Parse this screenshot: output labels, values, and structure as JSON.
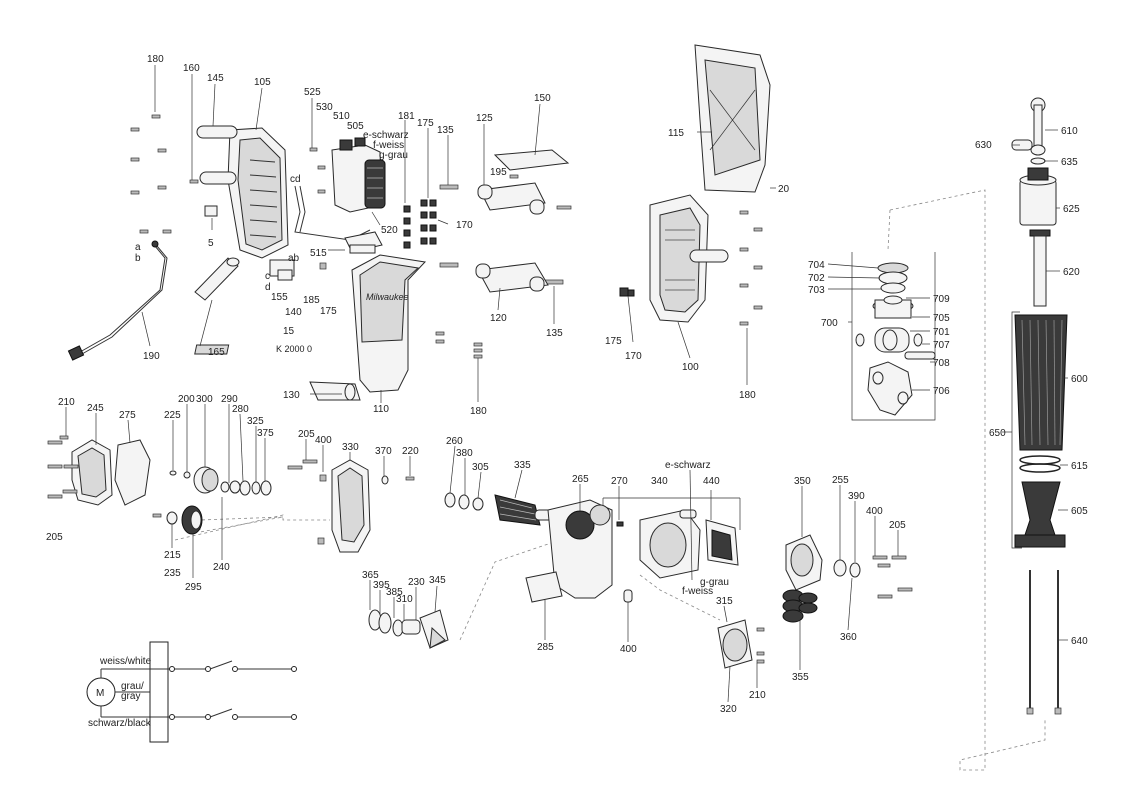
{
  "labels": {
    "l180a": "180",
    "l160": "160",
    "l145": "145",
    "l105": "105",
    "l525": "525",
    "l530": "530",
    "l510": "510",
    "l505": "505",
    "e_schwarz_a": "e-schwarz",
    "f_weiss_a": "f-weiss",
    "g_grau_a": "g-grau",
    "l181": "181",
    "l175a": "175",
    "l135a": "135",
    "l125": "125",
    "l150": "150",
    "l195": "195",
    "cd": "cd",
    "l170a": "170",
    "l520": "520",
    "l515": "515",
    "l5": "5",
    "a": "a",
    "b": "b",
    "ab": "ab",
    "c": "c",
    "d": "d",
    "l155": "155",
    "l185": "185",
    "l175b": "175",
    "l140": "140",
    "l165": "165",
    "l15": "15",
    "l190": "190",
    "l120": "120",
    "l135b": "135",
    "l115": "115",
    "l20": "20",
    "l175c": "175",
    "l170b": "170",
    "l100": "100",
    "l180b": "180",
    "l110": "110",
    "l130": "130",
    "l180c": "180",
    "l610": "610",
    "l630": "630",
    "l635": "635",
    "l625": "625",
    "l620": "620",
    "l704": "704",
    "l702": "702",
    "l703": "703",
    "l709": "709",
    "l705": "705",
    "l700": "700",
    "l701": "701",
    "l707": "707",
    "l708": "708",
    "l706": "706",
    "l600": "600",
    "l650": "650",
    "l615": "615",
    "l605": "605",
    "l640": "640",
    "l210a": "210",
    "l245": "245",
    "l275": "275",
    "l225": "225",
    "l200": "200",
    "l300": "300",
    "l290": "290",
    "l280": "280",
    "l325": "325",
    "l375": "375",
    "l205a": "205",
    "l400a": "400",
    "l330": "330",
    "l370": "370",
    "l220": "220",
    "l260": "260",
    "l380": "380",
    "l305": "305",
    "l335": "335",
    "l265": "265",
    "l270": "270",
    "e_schwarz_b": "e-schwarz",
    "l340": "340",
    "l440": "440",
    "l350": "350",
    "l255": "255",
    "l390": "390",
    "l400b": "400",
    "l205b": "205",
    "l205c": "205",
    "l215": "215",
    "l235": "235",
    "l295": "295",
    "l240": "240",
    "l365": "365",
    "l395": "395",
    "l385": "385",
    "l310": "310",
    "l230": "230",
    "l345": "345",
    "l285": "285",
    "g_grau_b": "g-grau",
    "f_weiss_b": "f-weiss",
    "l400c": "400",
    "l315": "315",
    "l360": "360",
    "l355": "355",
    "l320": "320",
    "l210b": "210"
  },
  "plate_text": "K 2000 0",
  "brand_text": "Milwaukee",
  "schematic": {
    "motor": "M",
    "white": "weiss/white",
    "gray_1": "grau/",
    "gray_2": "gray",
    "black": "schwarz/black"
  }
}
